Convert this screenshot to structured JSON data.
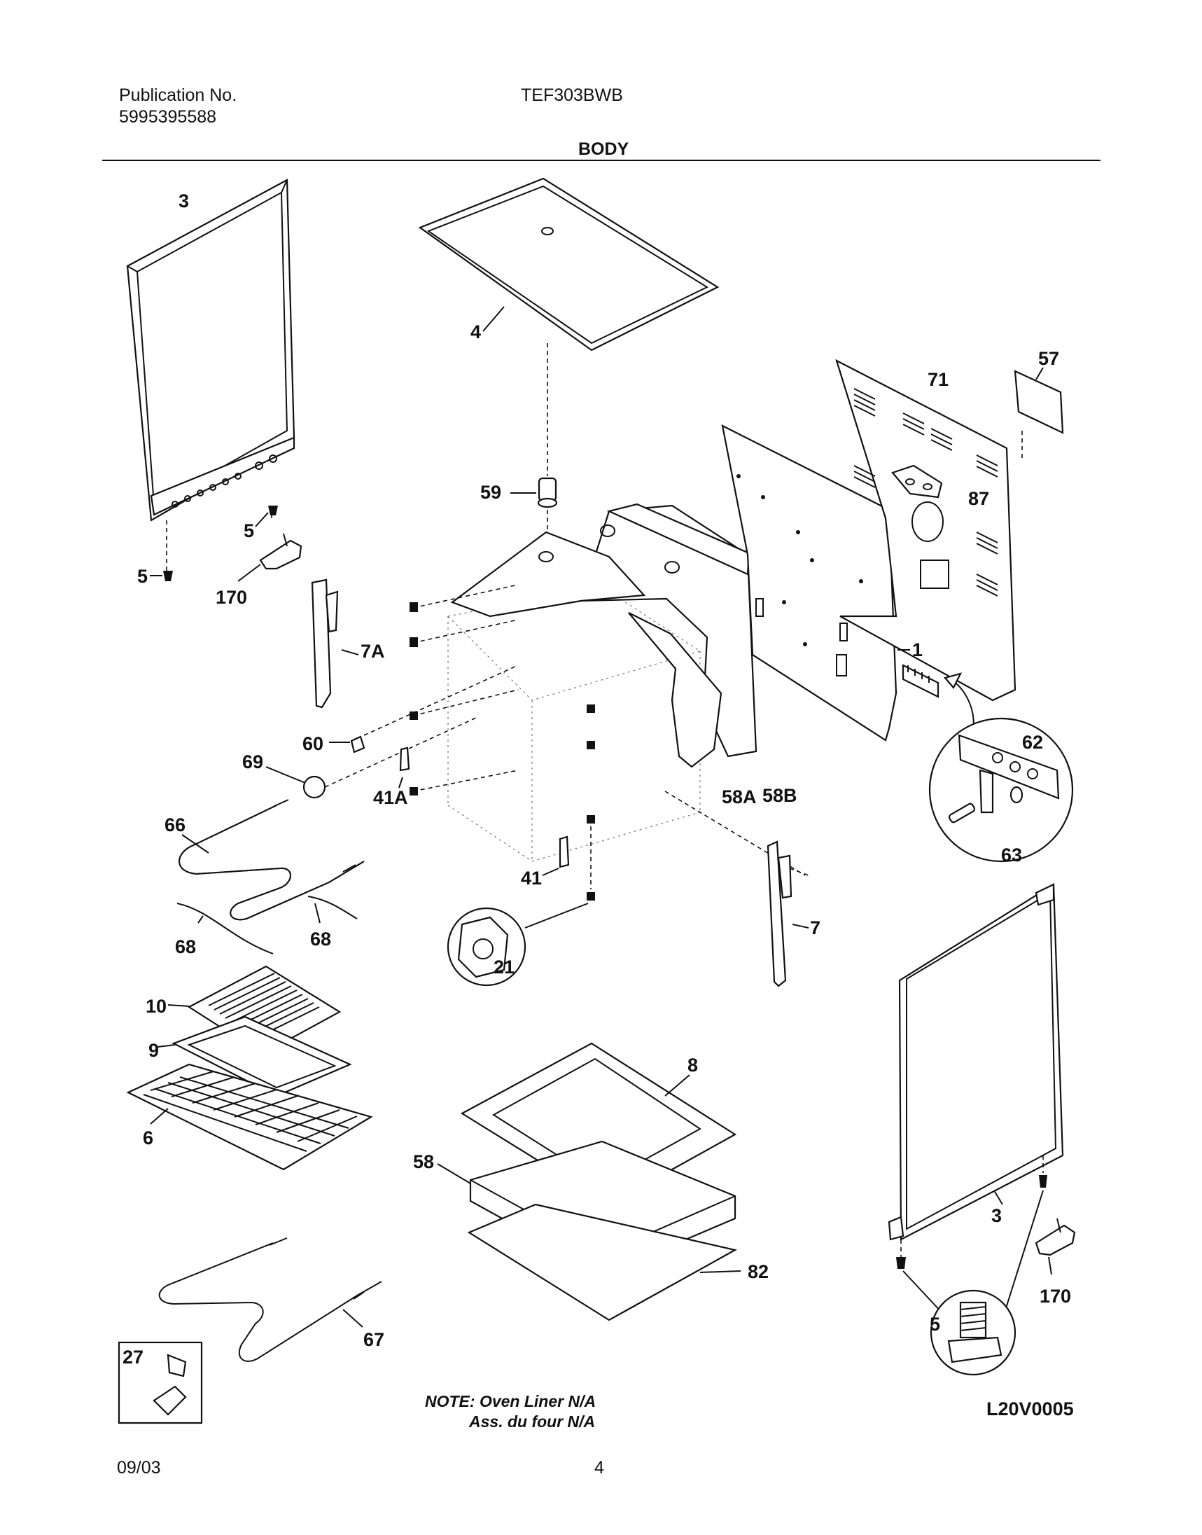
{
  "header": {
    "publication_label": "Publication No.",
    "publication_number": "5995395588",
    "model": "TEF303BWB",
    "section_title": "BODY"
  },
  "parts": {
    "p1": "1",
    "p3a": "3",
    "p3b": "3",
    "p4": "4",
    "p5a": "5",
    "p5b": "5",
    "p5c": "5",
    "p6": "6",
    "p7": "7",
    "p7a": "7A",
    "p8": "8",
    "p9": "9",
    "p10": "10",
    "p21": "21",
    "p27": "27",
    "p41": "41",
    "p41a": "41A",
    "p57": "57",
    "p58": "58",
    "p58a": "58A",
    "p58b": "58B",
    "p59": "59",
    "p60": "60",
    "p62": "62",
    "p63": "63",
    "p66": "66",
    "p67": "67",
    "p68a": "68",
    "p68b": "68",
    "p69": "69",
    "p71": "71",
    "p82": "82",
    "p87": "87",
    "p170a": "170",
    "p170b": "170"
  },
  "note": {
    "line1": "NOTE: Oven Liner N/A",
    "line2": "Ass. du four N/A"
  },
  "diagram_code": "L20V0005",
  "footer": {
    "date": "09/03",
    "page": "4"
  }
}
